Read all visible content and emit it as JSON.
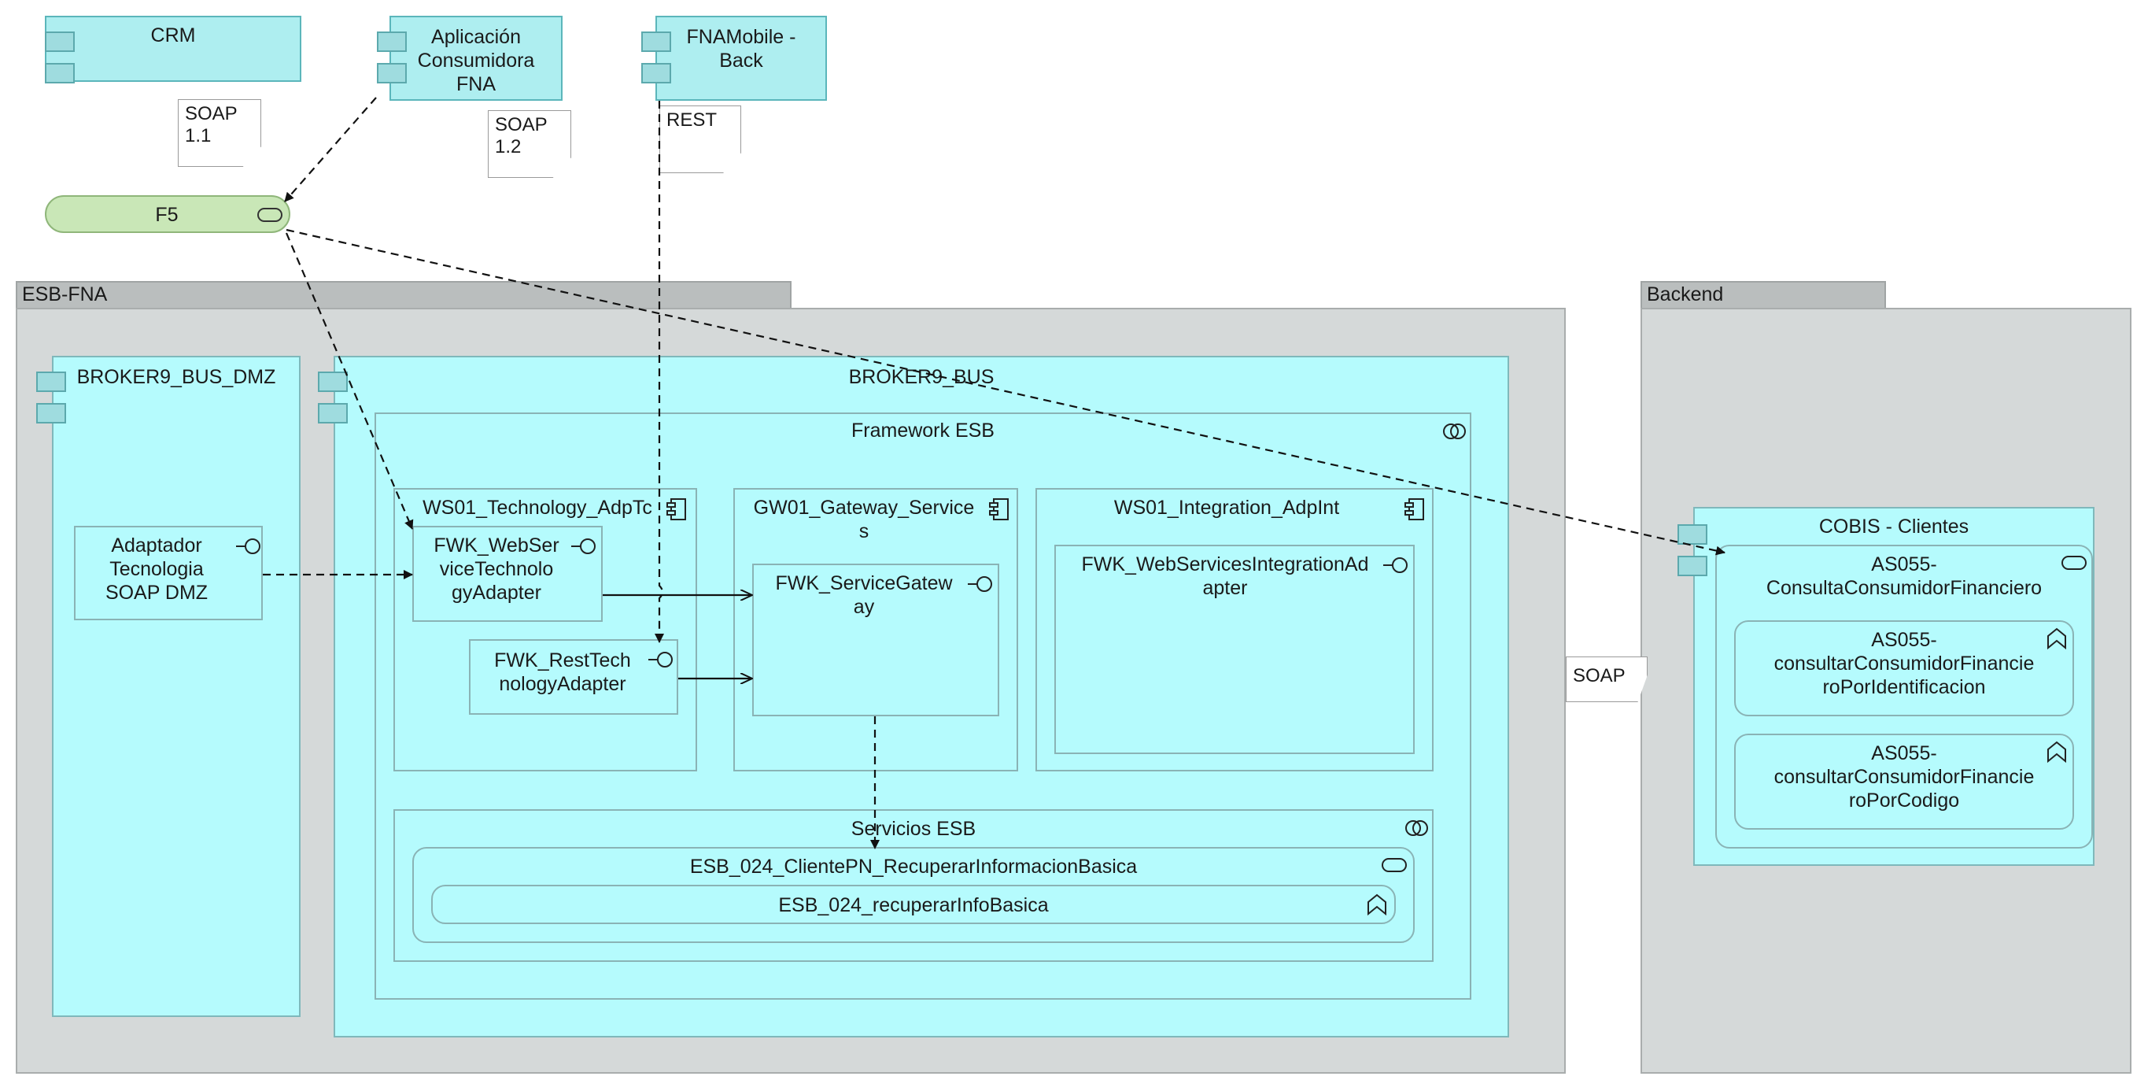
{
  "actors": {
    "crm": "CRM",
    "app_consumidora": [
      "Aplicación",
      "Consumidora",
      "FNA"
    ],
    "fnamobile": [
      "FNAMobile -",
      "Back"
    ]
  },
  "notes": {
    "soap11": [
      "SOAP",
      "1.1"
    ],
    "soap12": [
      "SOAP",
      "1.2"
    ],
    "rest": "REST",
    "soap": "SOAP"
  },
  "f5": "F5",
  "groups": {
    "esb_fna": "ESB-FNA",
    "backend": "Backend"
  },
  "esb": {
    "broker_dmz": "BROKER9_BUS_DMZ",
    "adaptador_dmz": [
      "Adaptador",
      "Tecnologia",
      "SOAP DMZ"
    ],
    "broker_bus": "BROKER9_BUS",
    "framework": "Framework ESB",
    "ws01_tech": "WS01_Technology_AdpTc",
    "fwk_webservice": [
      "FWK_WebSer",
      "viceTechnolo",
      "gyAdapter"
    ],
    "fwk_rest": [
      "FWK_RestTech",
      "nologyAdapter"
    ],
    "gw01": [
      "GW01_Gateway_Service",
      "s"
    ],
    "fwk_gateway": [
      "FWK_ServiceGatew",
      "ay"
    ],
    "ws01_integration": "WS01_Integration_AdpInt",
    "fwk_integration": [
      "FWK_WebServicesIntegrationAd",
      "apter"
    ],
    "servicios": "Servicios ESB",
    "esb024": "ESB_024_ClientePN_RecuperarInformacionBasica",
    "esb024_fn": "ESB_024_recuperarInfoBasica"
  },
  "cobis": {
    "title": "COBIS - Clientes",
    "as055": [
      "AS055-",
      "ConsultaConsumidorFinanciero"
    ],
    "fn1": [
      "AS055-",
      "consultarConsumidorFinancie",
      "roPorIdentificacion"
    ],
    "fn2": [
      "AS055-",
      "consultarConsumidorFinancie",
      "roPorCodigo"
    ]
  }
}
